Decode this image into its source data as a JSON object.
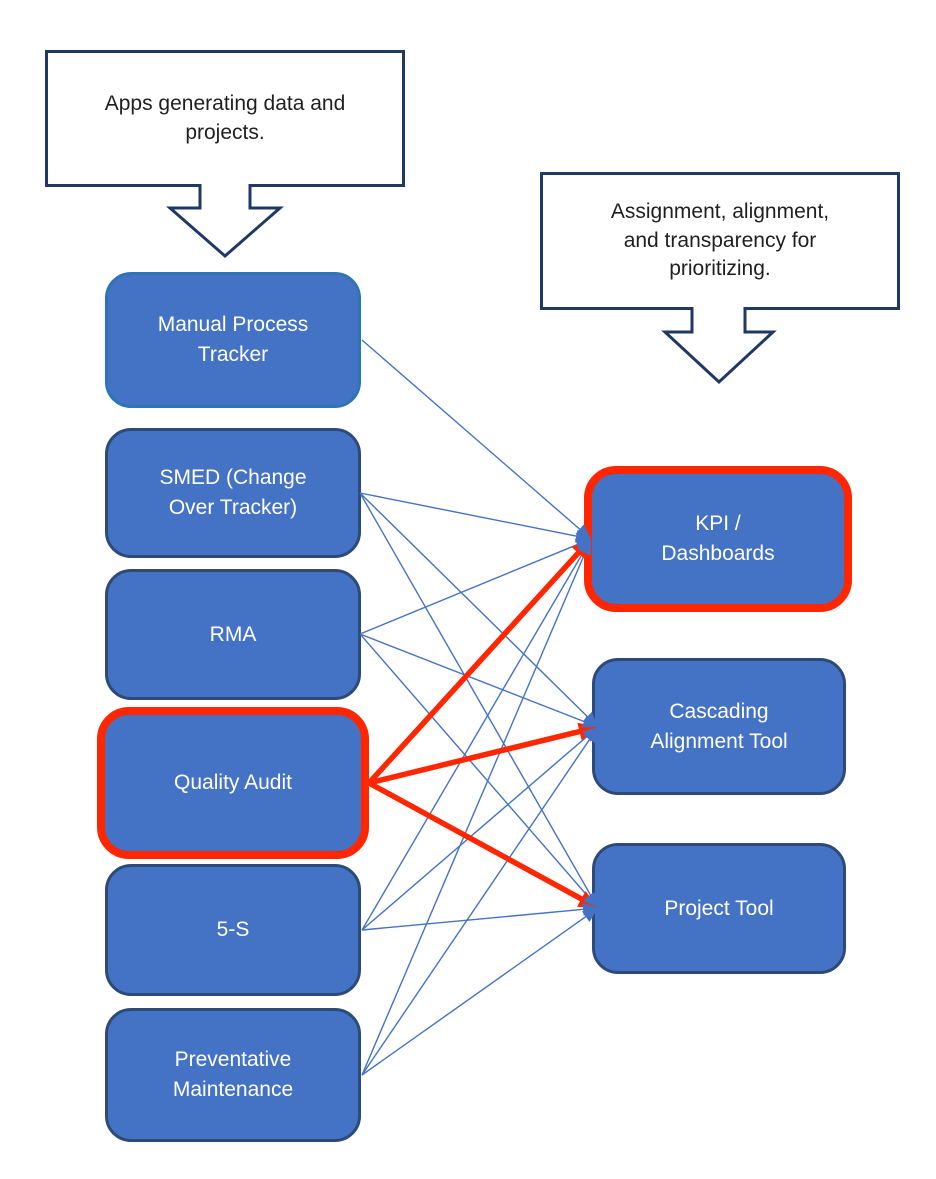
{
  "diagram": {
    "colors": {
      "background": "#FFFFFF",
      "node_fill": "#4472C4",
      "node_border": "#2D4A78",
      "node_border_first": "#2E75B6",
      "highlight_border": "#FF2600",
      "callout_border": "#1F3864",
      "callout_fill": "#FFFFFF",
      "callout_text": "#1F1F1F",
      "node_text": "#FFFFFF",
      "connector": "#4472C4",
      "connector_highlight": "#FF2600"
    },
    "callouts": [
      {
        "id": "apps-callout",
        "text": "Apps generating data and\nprojects."
      },
      {
        "id": "assignment-callout",
        "text": "Assignment, alignment,\nand transparency for\nprioritizing."
      }
    ],
    "left_nodes": [
      {
        "id": "manual-process-tracker",
        "label": "Manual Process\nTracker"
      },
      {
        "id": "smed",
        "label": "SMED (Change\nOver Tracker)"
      },
      {
        "id": "rma",
        "label": "RMA"
      },
      {
        "id": "quality-audit",
        "label": "Quality Audit",
        "highlighted": true
      },
      {
        "id": "five-s",
        "label": "5-S"
      },
      {
        "id": "preventative-maintenance",
        "label": "Preventative\nMaintenance"
      }
    ],
    "right_nodes": [
      {
        "id": "kpi-dashboards",
        "label": "KPI /\nDashboards",
        "highlighted": true
      },
      {
        "id": "cascading-alignment-tool",
        "label": "Cascading\nAlignment Tool"
      },
      {
        "id": "project-tool",
        "label": "Project Tool"
      }
    ],
    "edges": [
      {
        "from": "manual-process-tracker",
        "to": "kpi-dashboards",
        "style": "normal"
      },
      {
        "from": "smed",
        "to": "kpi-dashboards",
        "style": "normal"
      },
      {
        "from": "smed",
        "to": "cascading-alignment-tool",
        "style": "normal"
      },
      {
        "from": "smed",
        "to": "project-tool",
        "style": "normal"
      },
      {
        "from": "rma",
        "to": "kpi-dashboards",
        "style": "normal"
      },
      {
        "from": "rma",
        "to": "cascading-alignment-tool",
        "style": "normal"
      },
      {
        "from": "rma",
        "to": "project-tool",
        "style": "normal"
      },
      {
        "from": "quality-audit",
        "to": "kpi-dashboards",
        "style": "highlight"
      },
      {
        "from": "quality-audit",
        "to": "cascading-alignment-tool",
        "style": "highlight"
      },
      {
        "from": "quality-audit",
        "to": "project-tool",
        "style": "highlight"
      },
      {
        "from": "five-s",
        "to": "kpi-dashboards",
        "style": "normal"
      },
      {
        "from": "five-s",
        "to": "cascading-alignment-tool",
        "style": "normal"
      },
      {
        "from": "five-s",
        "to": "project-tool",
        "style": "normal"
      },
      {
        "from": "preventative-maintenance",
        "to": "kpi-dashboards",
        "style": "normal"
      },
      {
        "from": "preventative-maintenance",
        "to": "cascading-alignment-tool",
        "style": "normal"
      },
      {
        "from": "preventative-maintenance",
        "to": "project-tool",
        "style": "normal"
      }
    ]
  }
}
